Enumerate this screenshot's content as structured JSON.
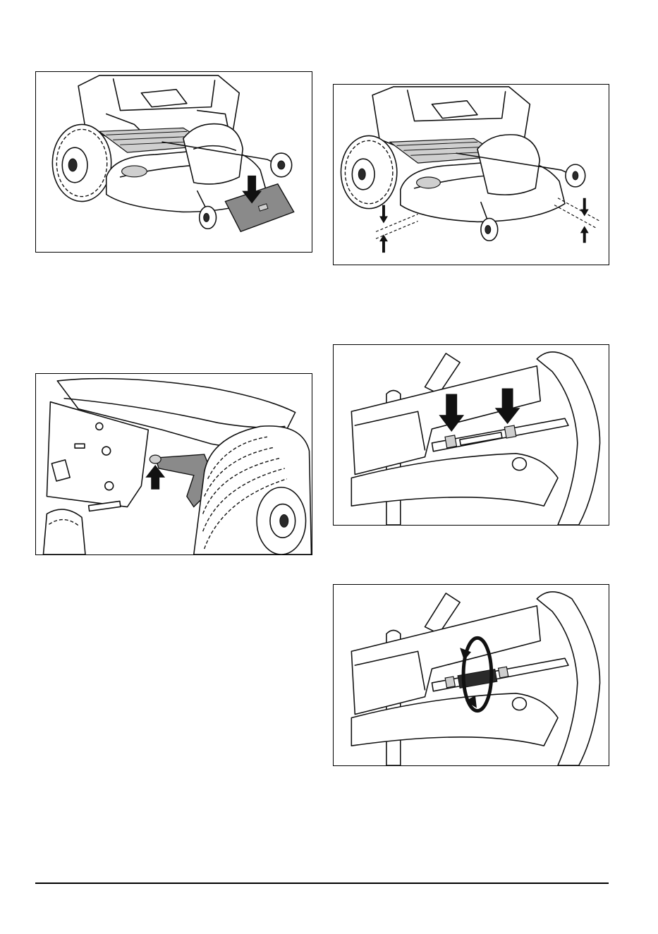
{
  "page": {
    "figures": [
      {
        "id": "fig-deck-plate",
        "label": ""
      },
      {
        "id": "fig-deck-height-check",
        "label": ""
      },
      {
        "id": "fig-lift-pin",
        "label": ""
      },
      {
        "id": "fig-linkage-nuts",
        "label": ""
      },
      {
        "id": "fig-linkage-turnbuckle",
        "label": ""
      }
    ],
    "text": []
  }
}
